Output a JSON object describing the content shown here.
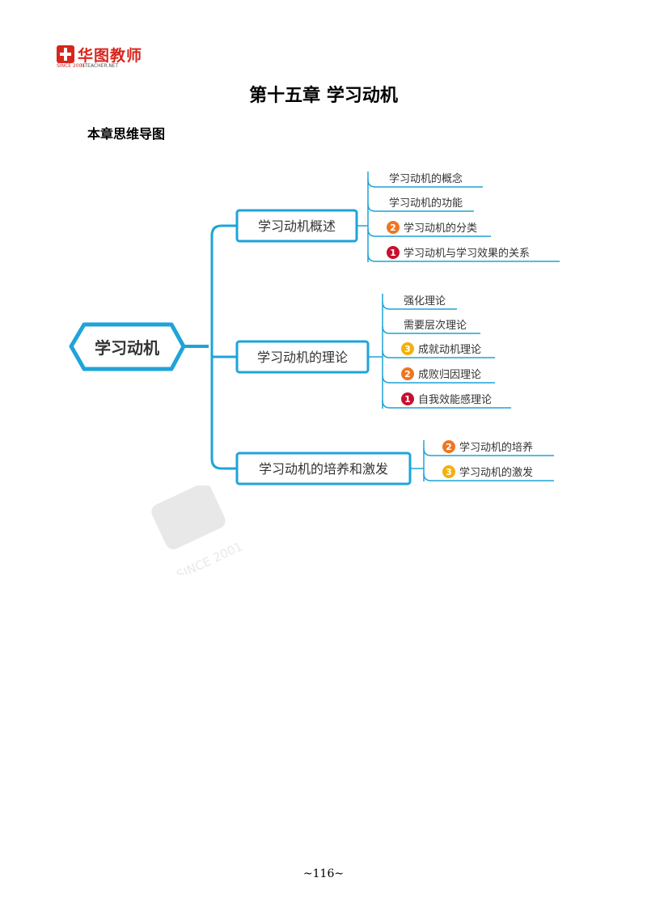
{
  "header": {
    "logo_name": "华图教师",
    "logo_since": "SINCE 2001",
    "logo_site": "HTEACHER.NET"
  },
  "chapter_title": "第十五章  学习动机",
  "section_title": "本章思维导图",
  "mindmap": {
    "root": "学习动机",
    "branches": [
      {
        "label": "学习动机概述",
        "leaves": [
          {
            "label": "学习动机的概念",
            "badge": ""
          },
          {
            "label": "学习动机的功能",
            "badge": ""
          },
          {
            "label": "学习动机的分类",
            "badge": "2"
          },
          {
            "label": "学习动机与学习效果的关系",
            "badge": "1"
          }
        ]
      },
      {
        "label": "学习动机的理论",
        "leaves": [
          {
            "label": "强化理论",
            "badge": ""
          },
          {
            "label": "需要层次理论",
            "badge": ""
          },
          {
            "label": "成就动机理论",
            "badge": "3"
          },
          {
            "label": "成败归因理论",
            "badge": "2"
          },
          {
            "label": "自我效能感理论",
            "badge": "1"
          }
        ]
      },
      {
        "label": "学习动机的培养和激发",
        "leaves": [
          {
            "label": "学习动机的培养",
            "badge": "2"
          },
          {
            "label": "学习动机的激发",
            "badge": "3"
          }
        ]
      }
    ],
    "badge_colors": {
      "1": "#c8102e",
      "2": "#ee7623",
      "3": "#f2b10c"
    },
    "line_color": "#1fa3d9",
    "text_color": "#333333"
  },
  "watermark": {
    "text": "SINCE 2001"
  },
  "page_number": "~116~"
}
